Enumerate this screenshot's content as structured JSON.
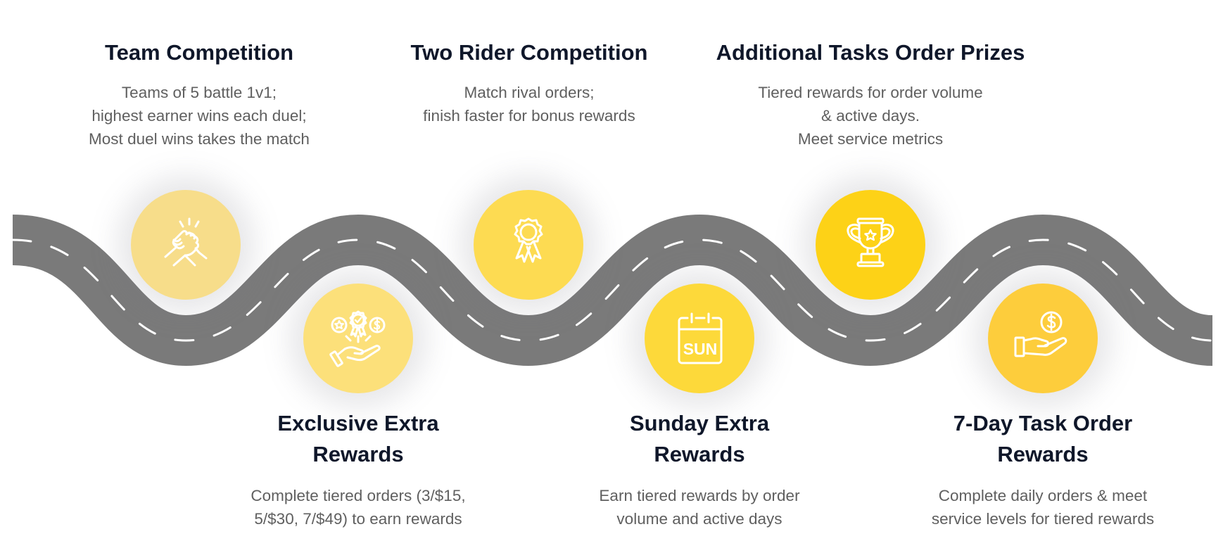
{
  "colors": {
    "road": "#7a7a7a",
    "lane_marking": "#ffffff",
    "title": "#0f172a",
    "description": "#5f5f5f",
    "icon_stroke": "#ffffff"
  },
  "steps": [
    {
      "title_lines": [
        "Team Competition"
      ],
      "description_lines": [
        "Teams of 5 battle 1v1;",
        "highest earner wins each duel;",
        "Most duel wins takes the match"
      ],
      "icon": "arm-wrestling-handshake-icon",
      "circle_color": "#f7dd8a",
      "position": "above"
    },
    {
      "title_lines": [
        "Exclusive Extra",
        "Rewards"
      ],
      "description_lines": [
        "Complete tiered orders (3/$15,",
        "5/$30, 7/$49) to earn rewards"
      ],
      "icon": "hand-with-rewards-icon",
      "circle_color": "#fce07a",
      "position": "below"
    },
    {
      "title_lines": [
        "Two Rider Competition"
      ],
      "description_lines": [
        "Match rival orders;",
        "finish faster for bonus rewards"
      ],
      "icon": "award-ribbon-icon",
      "circle_color": "#fddb52",
      "position": "above"
    },
    {
      "title_lines": [
        "Sunday Extra",
        "Rewards"
      ],
      "description_lines": [
        "Earn tiered rewards by order",
        "volume and active days"
      ],
      "icon": "calendar-sun-icon",
      "icon_text": "SUN",
      "circle_color": "#fdd93a",
      "position": "below"
    },
    {
      "title_lines": [
        "Additional Tasks Order Prizes"
      ],
      "description_lines": [
        "Tiered rewards for order volume",
        "& active days.",
        "Meet service metrics"
      ],
      "icon": "trophy-icon",
      "circle_color": "#fdd217",
      "position": "above"
    },
    {
      "title_lines": [
        "7-Day Task Order",
        "Rewards"
      ],
      "description_lines": [
        "Complete daily orders & meet",
        "service levels for tiered rewards"
      ],
      "icon": "hand-with-coin-icon",
      "circle_color": "#fdcd3c",
      "position": "below"
    }
  ]
}
